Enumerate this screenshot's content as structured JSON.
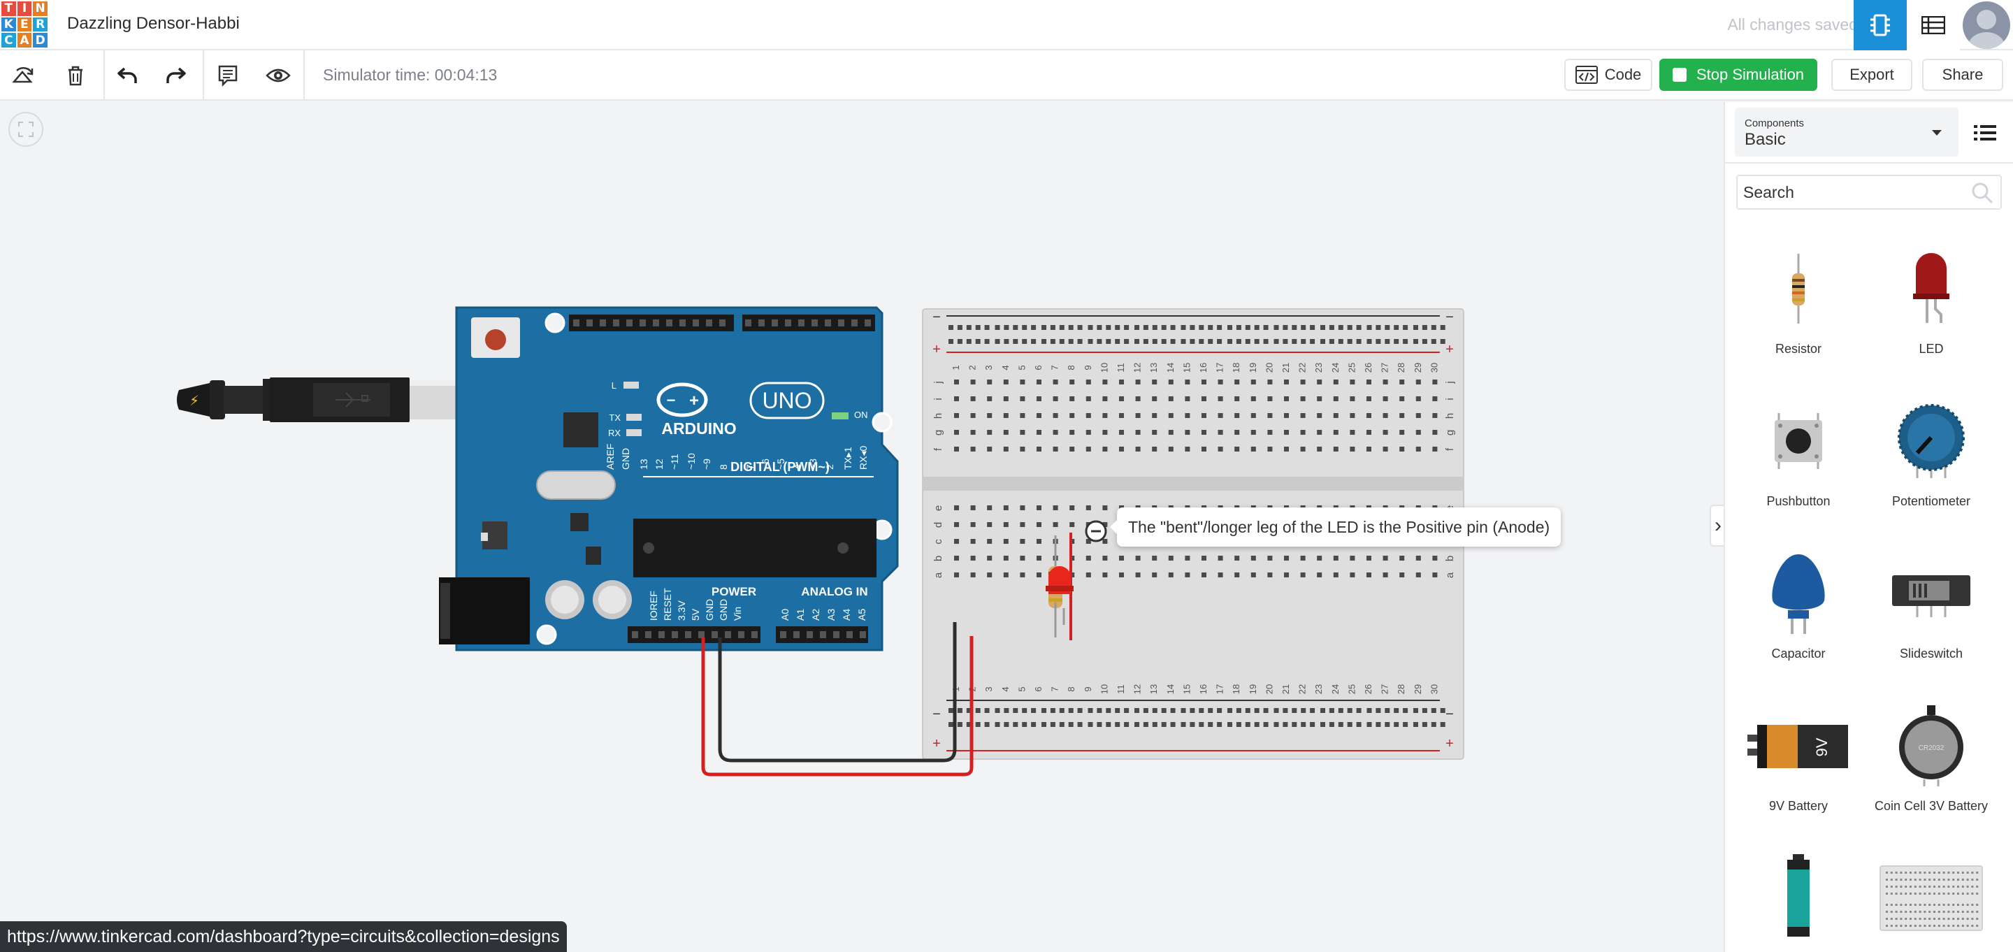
{
  "app": {
    "logo_letters": [
      "T",
      "I",
      "N",
      "K",
      "E",
      "R",
      "C",
      "A",
      "D"
    ],
    "logo_colors": [
      "#e74c3c",
      "#e74c3c",
      "#e67e22",
      "#2c89d4",
      "#e67e22",
      "#1fa2d6",
      "#1fa2d6",
      "#e67e22",
      "#2c89d4"
    ],
    "title": "Dazzling Densor-Habbi",
    "save_status": "All changes saved",
    "accent": "#1b8fd8"
  },
  "toolbar": {
    "icons": [
      "rotate-icon",
      "trash-icon",
      "undo-icon",
      "redo-icon",
      "notes-icon",
      "visibility-icon"
    ],
    "simulator_time": "Simulator time: 00:04:13",
    "code_label": "Code",
    "stop_label": "Stop Simulation",
    "stop_color": "#22b14c",
    "export_label": "Export",
    "share_label": "Share"
  },
  "canvas": {
    "tooltip": "The \"bent\"/longer leg of the LED is the Positive pin (Anode)",
    "status_url": "https://www.tinkercad.com/dashboard?type=circuits&collection=designs",
    "arduino": {
      "brand": "ARDUINO",
      "model": "UNO",
      "digital_label": "DIGITAL (PWM~)",
      "power_label": "POWER",
      "analog_label": "ANALOG IN",
      "on_label": "ON",
      "l_label": "L",
      "tx_label": "TX",
      "rx_label": "RX",
      "digital_pins": [
        "AREF",
        "GND",
        "13",
        "12",
        "~11",
        "~10",
        "~9",
        "8",
        "7",
        "~6",
        "~5",
        "4",
        "~3",
        "2",
        "TX▸1",
        "RX◂0"
      ],
      "power_pins": [
        "IOREF",
        "RESET",
        "3.3V",
        "5V",
        "GND",
        "GND",
        "Vin"
      ],
      "analog_pins": [
        "A0",
        "A1",
        "A2",
        "A3",
        "A4",
        "A5"
      ]
    },
    "breadboard": {
      "columns": [
        "1",
        "2",
        "3",
        "4",
        "5",
        "6",
        "7",
        "8",
        "9",
        "10",
        "11",
        "12",
        "13",
        "14",
        "15",
        "16",
        "17",
        "18",
        "19",
        "20",
        "21",
        "22",
        "23",
        "24",
        "25",
        "26",
        "27",
        "28",
        "29",
        "30"
      ],
      "rows_top": [
        "j",
        "i",
        "h",
        "g",
        "f"
      ],
      "rows_bottom": [
        "e",
        "d",
        "c",
        "b",
        "a"
      ],
      "minus": "−",
      "plus": "+"
    }
  },
  "panel": {
    "select_label": "Components",
    "select_value": "Basic",
    "search_placeholder": "Search",
    "components": [
      {
        "name": "Resistor",
        "icon": "resistor-icon"
      },
      {
        "name": "LED",
        "icon": "led-icon"
      },
      {
        "name": "Pushbutton",
        "icon": "pushbutton-icon"
      },
      {
        "name": "Potentiometer",
        "icon": "potentiometer-icon"
      },
      {
        "name": "Capacitor",
        "icon": "capacitor-icon"
      },
      {
        "name": "Slideswitch",
        "icon": "slideswitch-icon"
      },
      {
        "name": "9V Battery",
        "icon": "battery-9v-icon"
      },
      {
        "name": "Coin Cell 3V Battery",
        "icon": "coin-cell-icon"
      },
      {
        "name": "",
        "icon": "aa-battery-icon"
      },
      {
        "name": "",
        "icon": "breadboard-small-icon"
      }
    ],
    "battery_label": "9V",
    "coin_label": "CR2032"
  }
}
